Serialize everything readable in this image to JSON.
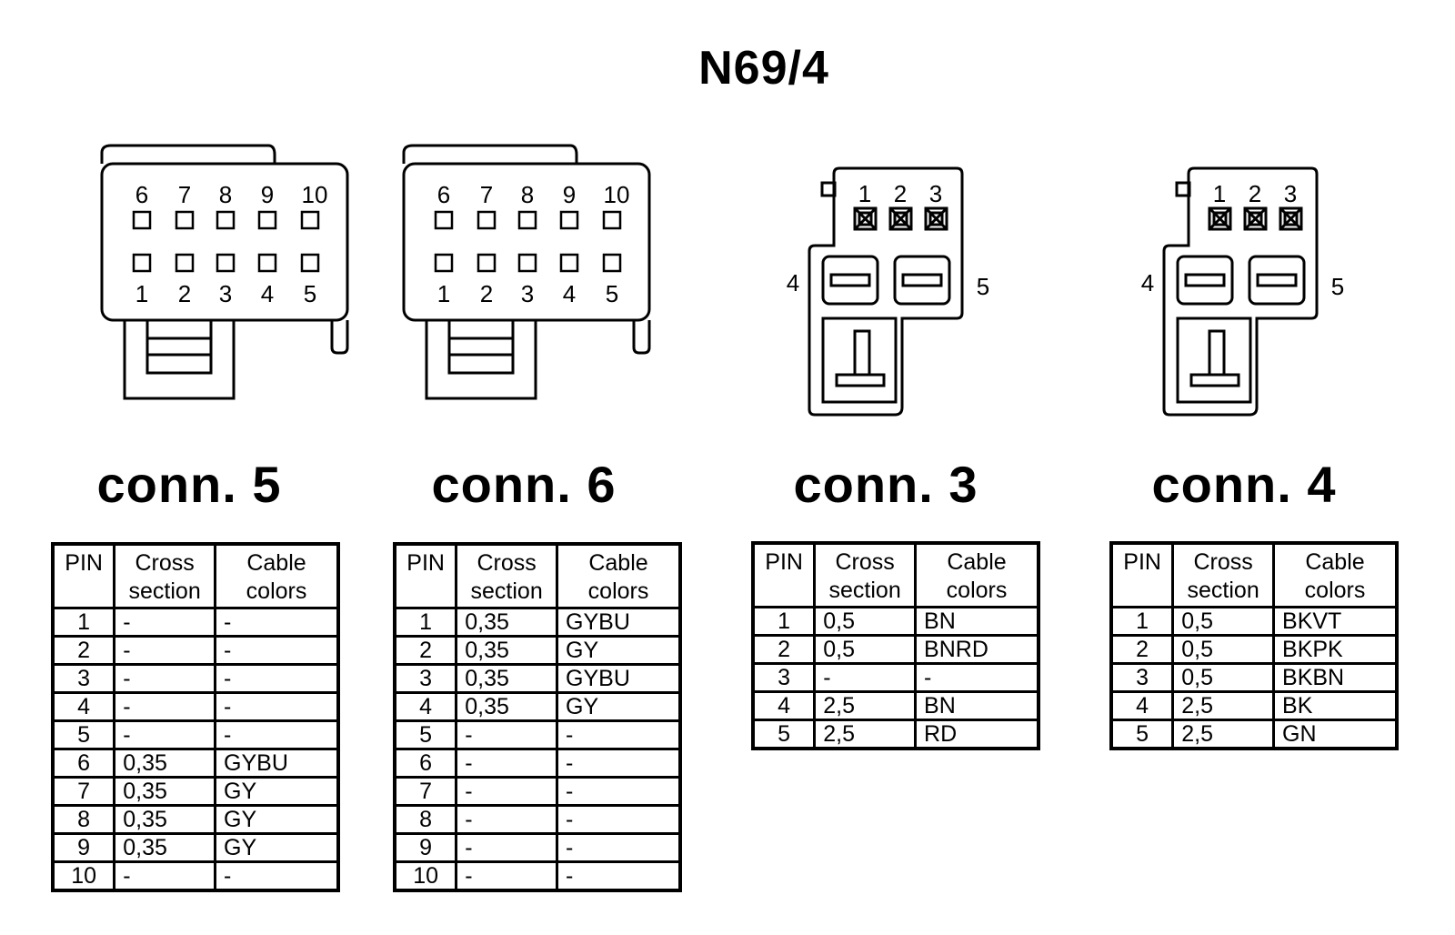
{
  "title": "N69/4",
  "headers": {
    "pin": "PIN",
    "cross_line1": "Cross",
    "cross_line2": "section",
    "cable_line1": "Cable",
    "cable_line2": "colors"
  },
  "connectors": [
    {
      "label": "conn. 5",
      "pin_labels_top": [
        "6",
        "7",
        "8",
        "9",
        "10"
      ],
      "pin_labels_bottom": [
        "1",
        "2",
        "3",
        "4",
        "5"
      ],
      "rows": [
        {
          "pin": "1",
          "section": "-",
          "color": "-"
        },
        {
          "pin": "2",
          "section": "-",
          "color": "-"
        },
        {
          "pin": "3",
          "section": "-",
          "color": "-"
        },
        {
          "pin": "4",
          "section": "-",
          "color": "-"
        },
        {
          "pin": "5",
          "section": "-",
          "color": "-"
        },
        {
          "pin": "6",
          "section": "0,35",
          "color": "GYBU"
        },
        {
          "pin": "7",
          "section": "0,35",
          "color": "GY"
        },
        {
          "pin": "8",
          "section": "0,35",
          "color": "GY"
        },
        {
          "pin": "9",
          "section": "0,35",
          "color": "GY"
        },
        {
          "pin": "10",
          "section": "-",
          "color": "-"
        }
      ]
    },
    {
      "label": "conn. 6",
      "pin_labels_top": [
        "6",
        "7",
        "8",
        "9",
        "10"
      ],
      "pin_labels_bottom": [
        "1",
        "2",
        "3",
        "4",
        "5"
      ],
      "rows": [
        {
          "pin": "1",
          "section": "0,35",
          "color": "GYBU"
        },
        {
          "pin": "2",
          "section": "0,35",
          "color": "GY"
        },
        {
          "pin": "3",
          "section": "0,35",
          "color": "GYBU"
        },
        {
          "pin": "4",
          "section": "0,35",
          "color": "GY"
        },
        {
          "pin": "5",
          "section": "-",
          "color": "-"
        },
        {
          "pin": "6",
          "section": "-",
          "color": "-"
        },
        {
          "pin": "7",
          "section": "-",
          "color": "-"
        },
        {
          "pin": "8",
          "section": "-",
          "color": "-"
        },
        {
          "pin": "9",
          "section": "-",
          "color": "-"
        },
        {
          "pin": "10",
          "section": "-",
          "color": "-"
        }
      ]
    },
    {
      "label": "conn. 3",
      "pin_labels_top": [
        "1",
        "2",
        "3"
      ],
      "pin_label_left": "4",
      "pin_label_right": "5",
      "rows": [
        {
          "pin": "1",
          "section": "0,5",
          "color": "BN"
        },
        {
          "pin": "2",
          "section": "0,5",
          "color": "BNRD"
        },
        {
          "pin": "3",
          "section": "-",
          "color": "-"
        },
        {
          "pin": "4",
          "section": "2,5",
          "color": "BN"
        },
        {
          "pin": "5",
          "section": "2,5",
          "color": "RD"
        }
      ]
    },
    {
      "label": "conn. 4",
      "pin_labels_top": [
        "1",
        "2",
        "3"
      ],
      "pin_label_left": "4",
      "pin_label_right": "5",
      "rows": [
        {
          "pin": "1",
          "section": "0,5",
          "color": "BKVT"
        },
        {
          "pin": "2",
          "section": "0,5",
          "color": "BKPK"
        },
        {
          "pin": "3",
          "section": "0,5",
          "color": "BKBN"
        },
        {
          "pin": "4",
          "section": "2,5",
          "color": "BK"
        },
        {
          "pin": "5",
          "section": "2,5",
          "color": "GN"
        }
      ]
    }
  ]
}
